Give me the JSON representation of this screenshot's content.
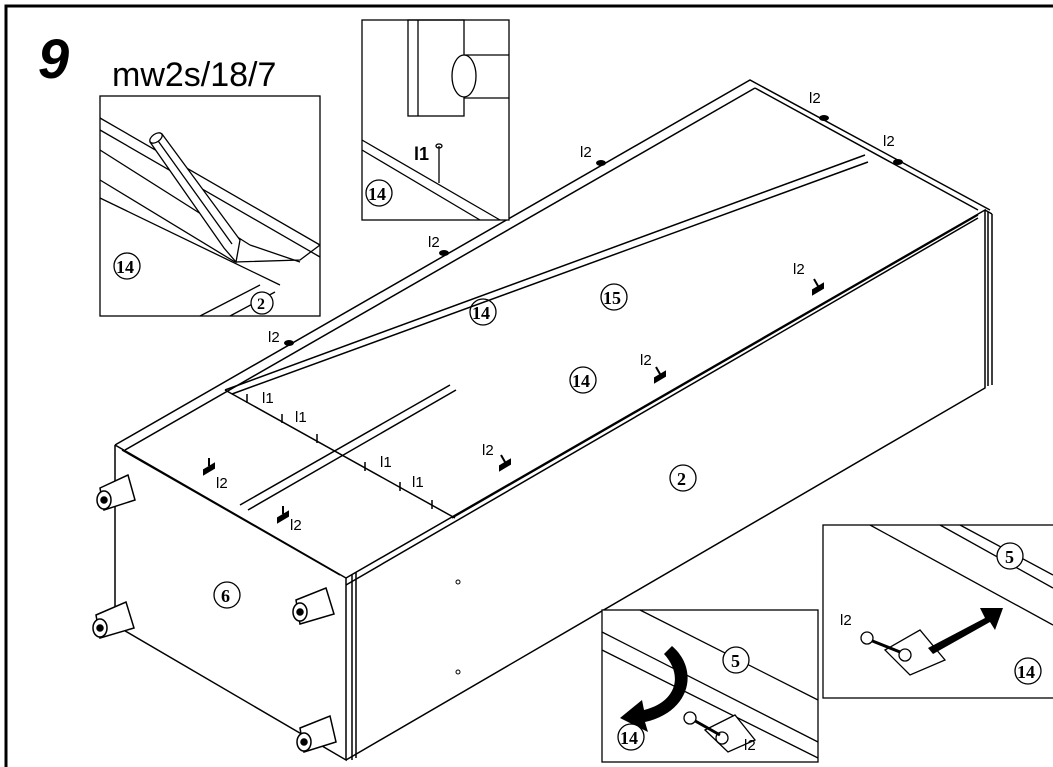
{
  "header": {
    "step_number": "9",
    "model_code": "mw2s/18/7"
  },
  "part_numbers": {
    "p14": "14",
    "p15": "15",
    "p2": "2",
    "p6": "6",
    "p5": "5"
  },
  "fittings": {
    "l1": "l1",
    "l1_bold": "l1",
    "l2": "l2"
  },
  "colors": {
    "line": "#000000",
    "background": "#ffffff"
  }
}
